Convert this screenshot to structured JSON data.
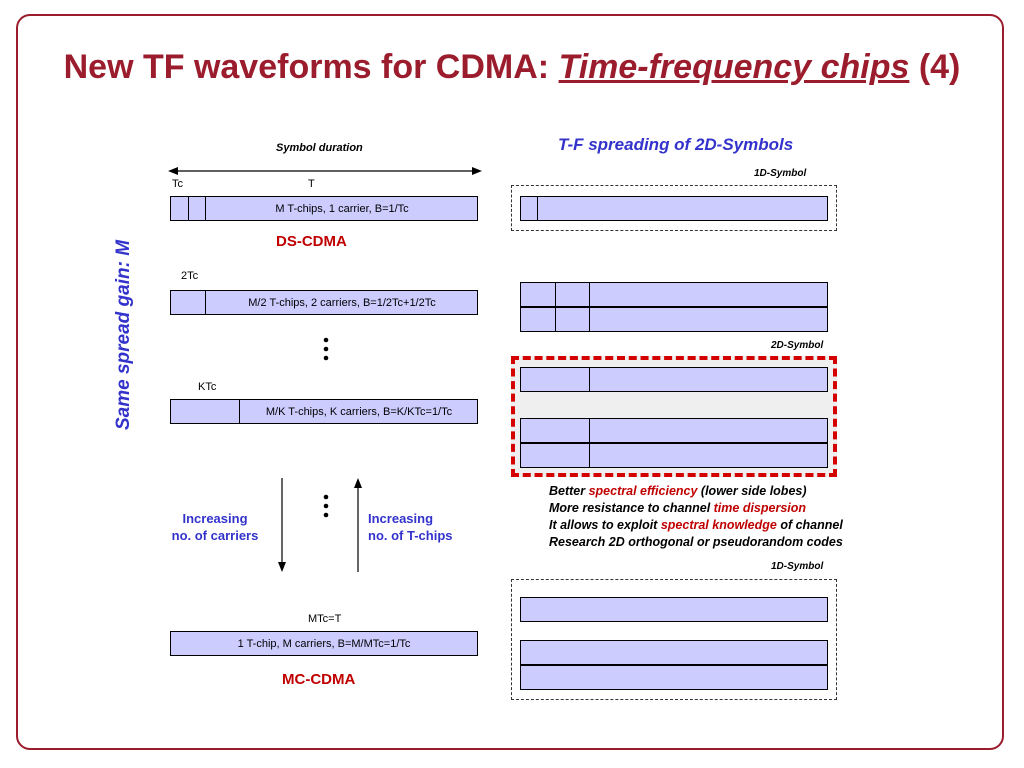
{
  "title": {
    "main": "New TF waveforms for CDMA: ",
    "emphasis": "Time-frequency chips",
    "suffix": " (4)"
  },
  "left": {
    "symbol_duration": "Symbol duration",
    "tc_label": "Tc",
    "t_label": "T",
    "ds_box": "M T-chips, 1 carrier, B=1/Tc",
    "ds_title": "DS-CDMA",
    "two_tc": "2Tc",
    "half_box": "M/2 T-chips, 2 carriers, B=1/2Tc+1/2Tc",
    "ktc": "KTc",
    "k_box": "M/K T-chips, K carriers, B=K/KTc=1/Tc",
    "inc_carriers": [
      "Increasing",
      "no. of carriers"
    ],
    "inc_tchips": [
      "Increasing",
      "no. of T-chips"
    ],
    "mtc": "MTc=T",
    "mc_box": "1 T-chip, M carriers, B=M/MTc=1/Tc",
    "mc_title": "MC-CDMA",
    "vertical_label": "Same spread gain: M"
  },
  "right": {
    "title": "T-F spreading of 2D-Symbols",
    "sym1_label": "1D-Symbol",
    "sym2_label": "2D-Symbol",
    "sym3_label": "1D-Symbol",
    "bullets": [
      {
        "pre": "Better ",
        "hl": "spectral efficiency",
        "post": " (lower side lobes)"
      },
      {
        "pre": "More resistance to channel ",
        "hl": "time dispersion",
        "post": ""
      },
      {
        "pre": "It allows to exploit ",
        "hl": "spectral knowledge",
        "post": " of channel"
      },
      {
        "pre": "Research 2D orthogonal or pseudorandom codes",
        "hl": "",
        "post": ""
      }
    ]
  },
  "colors": {
    "title": "#9b1c2c",
    "box_fill": "#ccccff",
    "blue": "#3333cc",
    "red": "#c00000"
  }
}
